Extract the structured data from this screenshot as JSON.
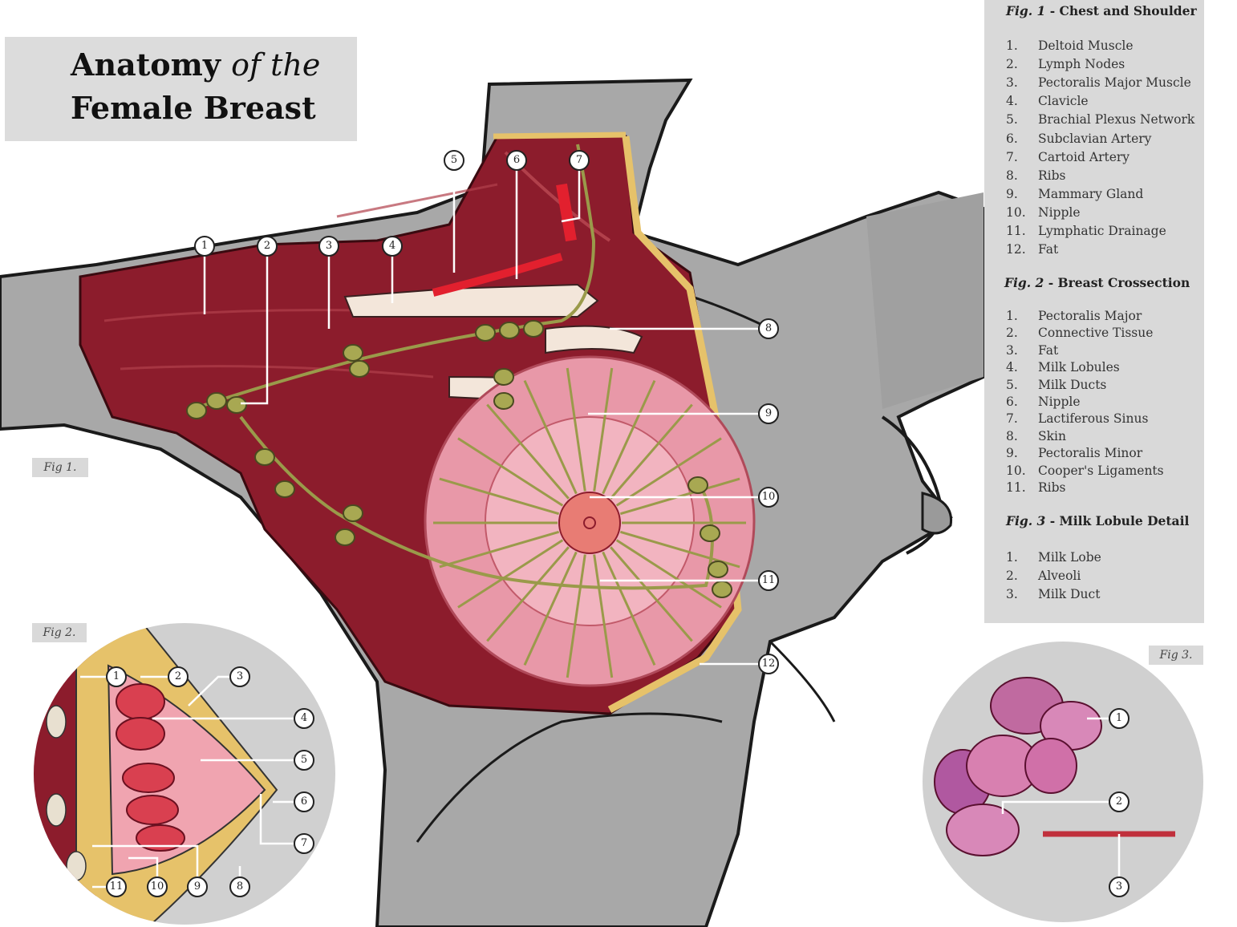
{
  "title": {
    "line1_a": "Anatomy",
    "line1_b": "of the",
    "line2": "Female Breast"
  },
  "fig_tags": {
    "fig1": "Fig 1.",
    "fig2": "Fig 2.",
    "fig3": "Fig 3."
  },
  "legend": {
    "fig1": {
      "num": "Fig. 1",
      "title": " - Chest and Shoulder",
      "items": [
        {
          "n": "1.",
          "label": "Deltoid Muscle"
        },
        {
          "n": "2.",
          "label": "Lymph Nodes"
        },
        {
          "n": "3.",
          "label": "Pectoralis Major Muscle"
        },
        {
          "n": "4.",
          "label": "Clavicle"
        },
        {
          "n": "5.",
          "label": "Brachial Plexus Network"
        },
        {
          "n": "6.",
          "label": "Subclavian Artery"
        },
        {
          "n": "7.",
          "label": "Cartoid Artery"
        },
        {
          "n": "8.",
          "label": "Ribs"
        },
        {
          "n": "9.",
          "label": "Mammary Gland"
        },
        {
          "n": "10.",
          "label": "Nipple"
        },
        {
          "n": "11.",
          "label": "Lymphatic Drainage"
        },
        {
          "n": "12.",
          "label": "Fat"
        }
      ]
    },
    "fig2": {
      "num": "Fig. 2",
      "title": " - Breast Crossection",
      "items": [
        {
          "n": "1.",
          "label": "Pectoralis Major"
        },
        {
          "n": "2.",
          "label": "Connective Tissue"
        },
        {
          "n": "3.",
          "label": "Fat"
        },
        {
          "n": "4.",
          "label": "Milk Lobules"
        },
        {
          "n": "5.",
          "label": "Milk Ducts"
        },
        {
          "n": "6.",
          "label": "Nipple"
        },
        {
          "n": "7.",
          "label": "Lactiferous Sinus"
        },
        {
          "n": "8.",
          "label": "Skin"
        },
        {
          "n": "9.",
          "label": "Pectoralis Minor"
        },
        {
          "n": "10.",
          "label": "Cooper's Ligaments"
        },
        {
          "n": "11.",
          "label": "Ribs"
        }
      ]
    },
    "fig3": {
      "num": "Fig. 3",
      "title": " - Milk Lobule Detail",
      "items": [
        {
          "n": "1.",
          "label": "Milk Lobe"
        },
        {
          "n": "2.",
          "label": "Alveoli"
        },
        {
          "n": "3.",
          "label": "Milk Duct"
        }
      ]
    }
  },
  "callouts": {
    "fig1": [
      "1",
      "2",
      "3",
      "4",
      "5",
      "6",
      "7",
      "8",
      "9",
      "10",
      "11",
      "12"
    ],
    "fig2": [
      "1",
      "2",
      "3",
      "4",
      "5",
      "6",
      "7",
      "8",
      "9",
      "10",
      "11"
    ],
    "fig3": [
      "1",
      "2",
      "3"
    ]
  },
  "colors": {
    "muscle": "#8c1c2c",
    "lymph": "#9a9a4a",
    "gland": "#e898a8",
    "skin_gray": "#a6a6a6",
    "fat": "#e6c26a",
    "legend_bg": "#d9d9d9"
  }
}
